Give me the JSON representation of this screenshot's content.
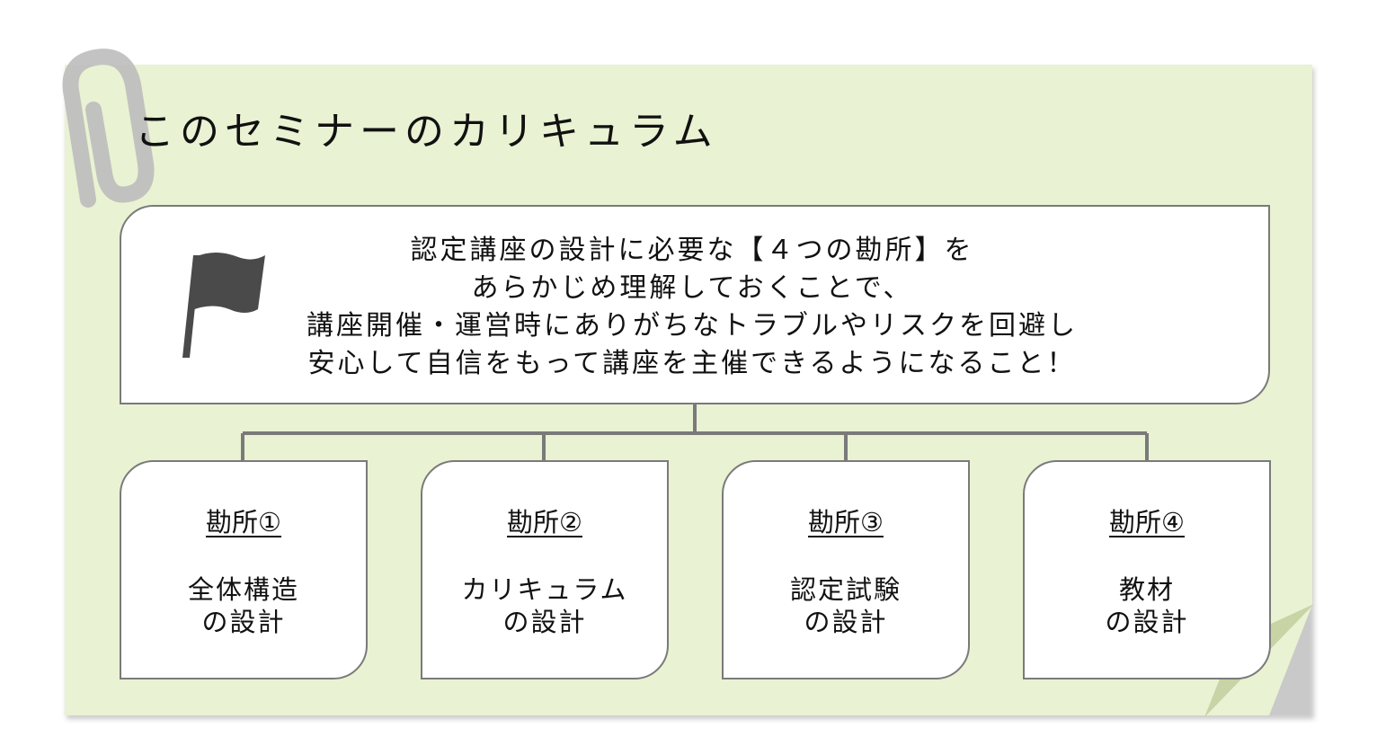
{
  "title": "このセミナーのカリキュラム",
  "goal": {
    "icon": "flag-icon",
    "lines": [
      "認定講座の設計に必要な【４つの勘所】を",
      "あらかじめ理解しておくことで、",
      "講座開催・運営時にありがちなトラブルやリスクを回避し",
      "安心して自信をもって講座を主催できるようになること！"
    ]
  },
  "cards": [
    {
      "heading": "勘所①",
      "topic_line1": "全体構造",
      "topic_line2": "の設計"
    },
    {
      "heading": "勘所②",
      "topic_line1": "カリキュラム",
      "topic_line2": "の設計"
    },
    {
      "heading": "勘所③",
      "topic_line1": "認定試験",
      "topic_line2": "の設計"
    },
    {
      "heading": "勘所④",
      "topic_line1": "教材",
      "topic_line2": "の設計"
    }
  ],
  "colors": {
    "note_background": "#e9f2d2",
    "border": "#7a7a7a",
    "flag": "#4a4a4a",
    "paperclip": "#bdbdbd"
  }
}
